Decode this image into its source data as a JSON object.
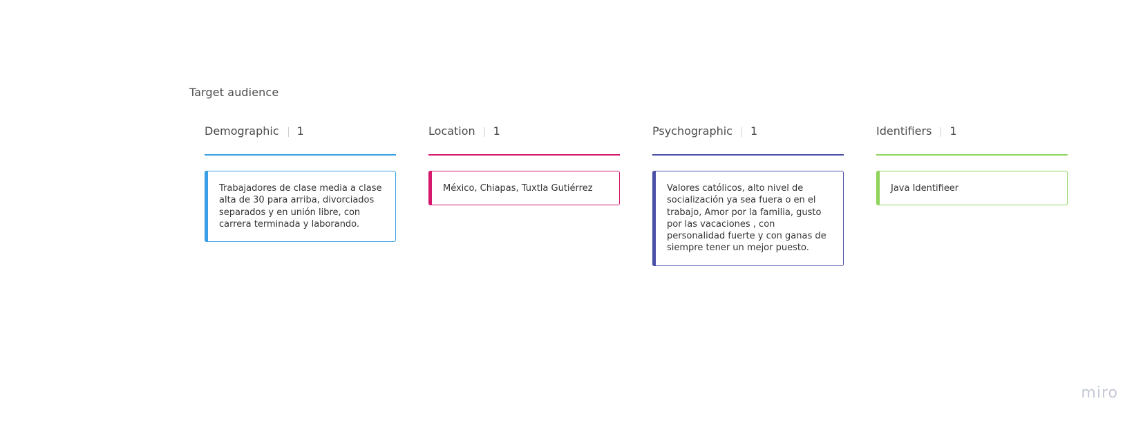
{
  "board": {
    "title": "Target audience"
  },
  "columns": [
    {
      "name": "Demographic",
      "count": "1",
      "color": "#3b9fe8",
      "cards": [
        "Trabajadores de clase media a clase alta de 30 para arriba, divorciados separados y en unión libre, con carrera terminada y laborando."
      ]
    },
    {
      "name": "Location",
      "count": "1",
      "color": "#d6186c",
      "cards": [
        "México, Chiapas, Tuxtla Gutiérrez"
      ]
    },
    {
      "name": "Psychographic",
      "count": "1",
      "color": "#4a4fa8",
      "cards": [
        "Valores católicos, alto nivel de socialización ya sea fuera o en el trabajo, Amor por la familia, gusto por las vacaciones , con personalidad fuerte y con ganas de siempre tener un mejor puesto."
      ]
    },
    {
      "name": "Identifiers",
      "count": "1",
      "color": "#8fd45a",
      "cards": [
        "Java Identifieer"
      ]
    }
  ],
  "brand": {
    "label": "miro"
  }
}
